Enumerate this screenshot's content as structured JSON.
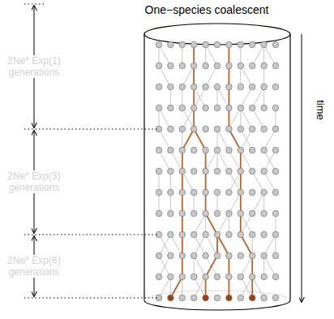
{
  "diagram": {
    "title": "One−species coalescent",
    "labels": [
      "2Ne* Exp(1) generations",
      "2Ne* Exp(3) generations",
      "2Ne* Exp(6) generations",
      "time"
    ]
  }
}
